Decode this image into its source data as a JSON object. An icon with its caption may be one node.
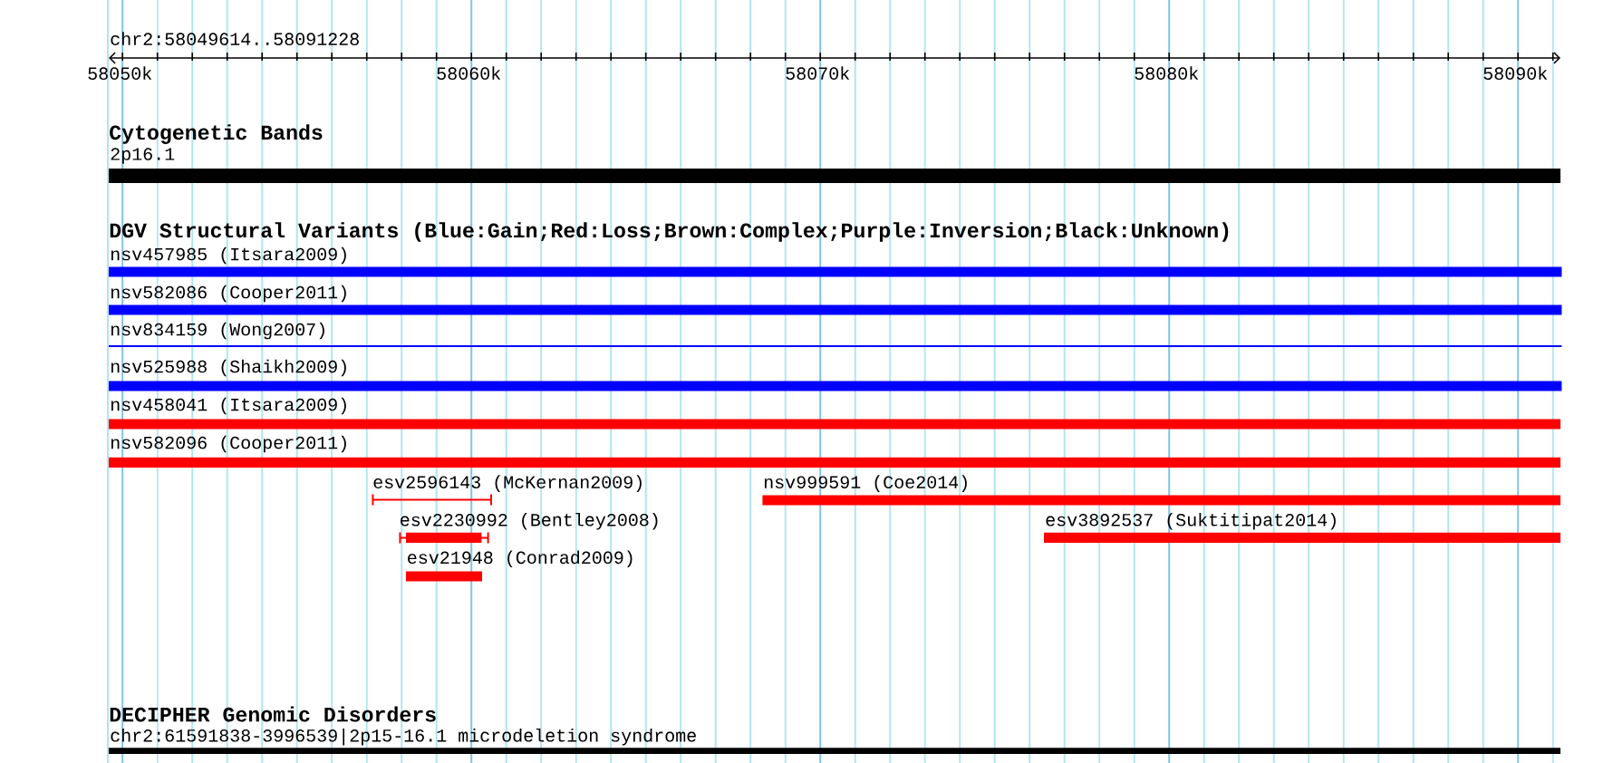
{
  "diagram": {
    "nodes": [
      {
        "text": [
          "2p16.1"
        ]
      },
      {
        "text": [
          "nsv457985 (Itsara2009)"
        ]
      },
      {
        "text": [
          "nsv582086 (Cooper2011)"
        ]
      },
      {
        "text": [
          "nsv834159 (Wong2007)"
        ]
      },
      {
        "text": [
          "nsv525988 (Shaikh2009)"
        ]
      },
      {
        "text": [
          "nsv458041 (Itsara2009)"
        ]
      },
      {
        "text": [
          "nsv582096 (Cooper2011)"
        ]
      },
      {
        "text": [
          "esv2596143 (McKernan2009)"
        ]
      },
      {
        "text": [
          "nsv999591 (Coe2014)"
        ]
      },
      {
        "text": [
          "esv2230992 (Bentley2008)"
        ]
      },
      {
        "text": [
          "esv3892537 (Suktitipat2014)"
        ]
      },
      {
        "text": [
          "esv21948 (Conrad2009)"
        ]
      },
      {
        "text": [
          "chr2:61591838-3996539|2p15-16.1 microdeletion syndrome"
        ]
      }
    ],
    "labels": [
      "chr2:58049614..58091228",
      "58050k",
      "58060k",
      "58070k",
      "58080k",
      "58090k",
      "Cytogenetic Bands",
      "DGV Structural Variants (Blue:Gain;Red:Loss;Brown:Complex;Purple:Inversion;Black:Unknown)",
      "DECIPHER Genomic Disorders"
    ]
  }
}
